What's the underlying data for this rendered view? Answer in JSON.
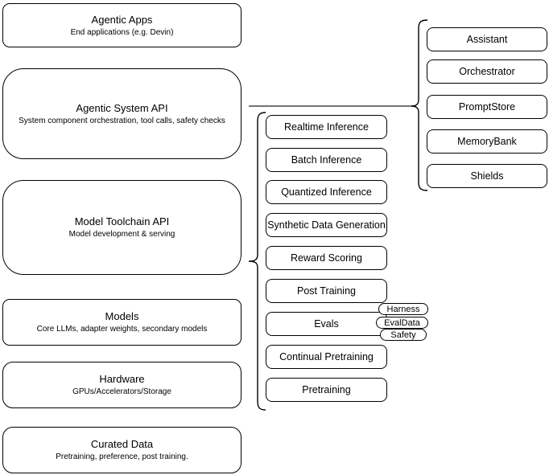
{
  "left_stack": [
    {
      "title": "Agentic Apps",
      "subtitle": "End applications (e.g. Devin)"
    },
    {
      "title": "Agentic System API",
      "subtitle": "System component orchestration, tool calls, safety checks"
    },
    {
      "title": "Model Toolchain API",
      "subtitle": "Model development & serving"
    },
    {
      "title": "Models",
      "subtitle": "Core LLMs, adapter weights, secondary models"
    },
    {
      "title": "Hardware",
      "subtitle": "GPUs/Accelerators/Storage"
    },
    {
      "title": "Curated Data",
      "subtitle": "Pretraining, preference, post training."
    }
  ],
  "toolchain": {
    "items": [
      "Realtime Inference",
      "Batch Inference",
      "Quantized Inference",
      "Synthetic Data Generation",
      "Reward Scoring",
      "Post Training",
      "Evals",
      "Continual Pretraining",
      "Pretraining"
    ]
  },
  "eval_tags": [
    "Harness",
    "EvalData",
    "Safety"
  ],
  "system_components": [
    "Assistant",
    "Orchestrator",
    "PromptStore",
    "MemoryBank",
    "Shields"
  ],
  "colors": {
    "stroke": "#000000",
    "fill": "#ffffff",
    "connector": "#737373"
  }
}
